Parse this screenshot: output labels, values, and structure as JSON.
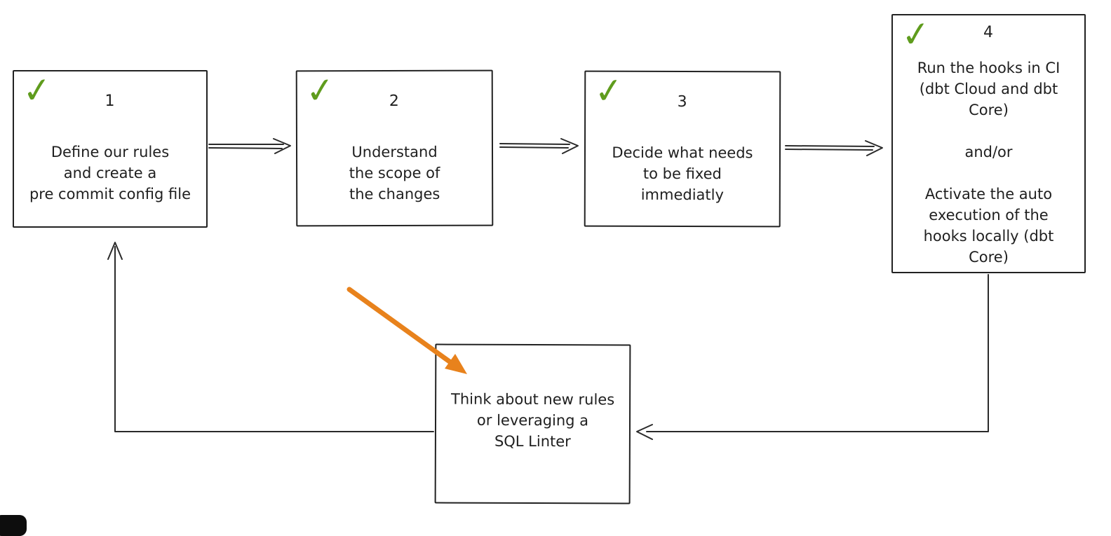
{
  "colors": {
    "check_green": "#5f9c1d",
    "arrow_orange": "#e8821c",
    "ink": "#2a2a2a",
    "background": "#ffffff"
  },
  "icons": {
    "check": "✓"
  },
  "nodes": {
    "step1": {
      "number": "1",
      "text": "Define our rules\nand create a\npre commit config file"
    },
    "step2": {
      "number": "2",
      "text": "Understand\nthe scope of\nthe changes"
    },
    "step3": {
      "number": "3",
      "text": "Decide what needs\nto be fixed\nimmediatly"
    },
    "step4": {
      "number": "4",
      "text": "Run the hooks in CI\n(dbt Cloud and dbt\nCore)\n\nand/or\n\nActivate the auto\nexecution of the\nhooks locally (dbt\nCore)"
    },
    "loop": {
      "text": "Think about new rules\nor leveraging a\nSQL Linter"
    }
  }
}
